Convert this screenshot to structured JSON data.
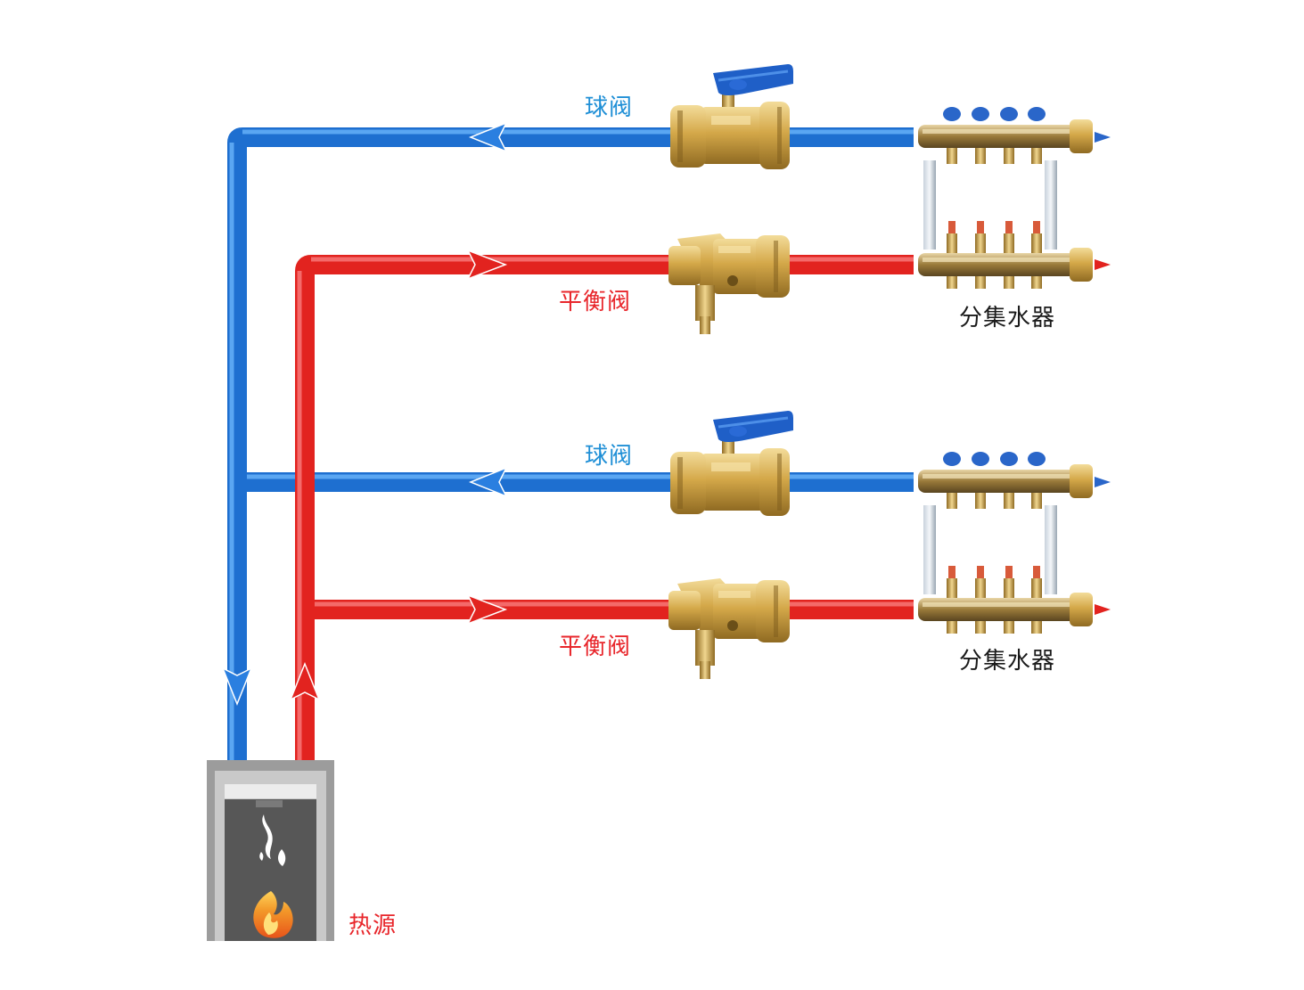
{
  "labels": {
    "ball_valve": "球阀",
    "balance_valve": "平衡阀",
    "manifold": "分集水器",
    "heat_source": "热源"
  },
  "colors": {
    "supply": "#e8262b",
    "return": "#1e6fd0",
    "brass": "#c9a040",
    "boiler_frame": "#9a9a9a",
    "boiler_inner": "#555555"
  },
  "icons": [
    "flame-icon",
    "flow-arrow-icon",
    "ball-valve-icon",
    "balance-valve-icon",
    "manifold-icon",
    "boiler-icon"
  ]
}
